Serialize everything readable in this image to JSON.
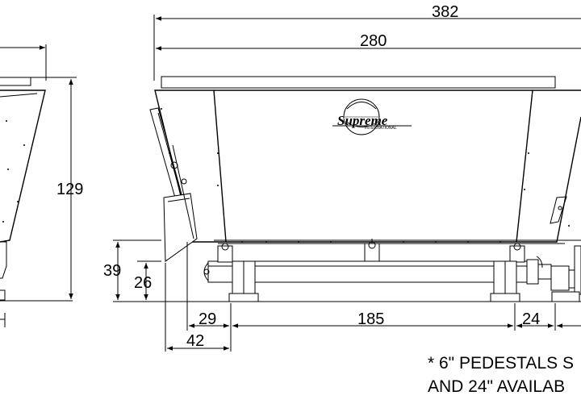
{
  "dimensions": {
    "overall_width": "382",
    "inner_width": "280",
    "side_height": "129",
    "leg_height_outer": "39",
    "leg_height_inner": "26",
    "front_offset_a": "29",
    "front_offset_b": "42",
    "pedestal_span": "185",
    "rear_offset": "24"
  },
  "logo": {
    "brand": "Supreme",
    "sub": "INTERNATIONAL"
  },
  "note": {
    "line1": "* 6\" PEDESTALS S",
    "line2": "AND 24\" AVAILAB"
  }
}
